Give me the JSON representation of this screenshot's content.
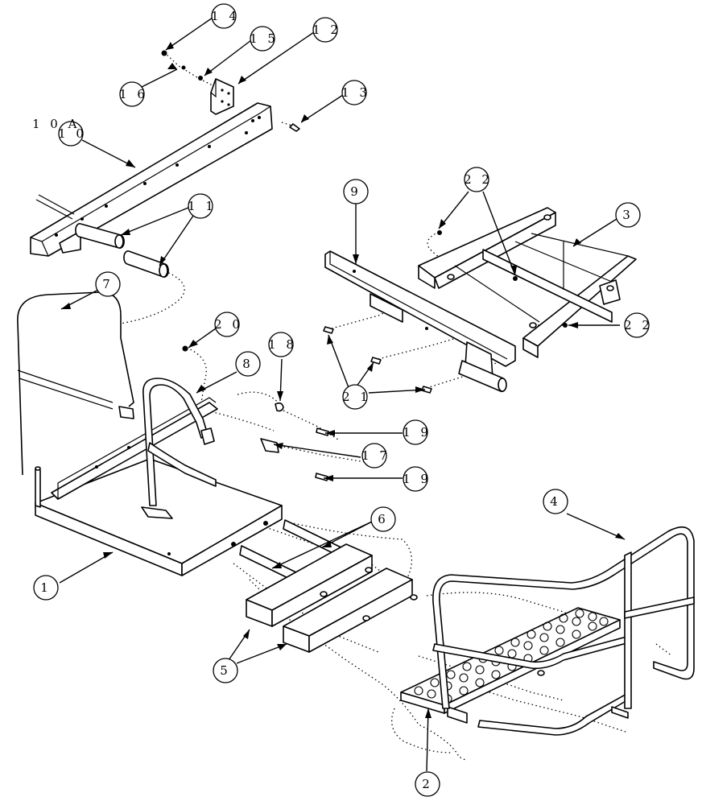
{
  "diagram": {
    "callouts": [
      {
        "id": "c14",
        "label": "1 4"
      },
      {
        "id": "c15",
        "label": "1 5"
      },
      {
        "id": "c12",
        "label": "1 2"
      },
      {
        "id": "c16",
        "label": "1 6"
      },
      {
        "id": "c13",
        "label": "1 3"
      },
      {
        "id": "c10",
        "label": "1 0"
      },
      {
        "id": "c11",
        "label": "1 1"
      },
      {
        "id": "c9",
        "label": "9"
      },
      {
        "id": "c22a",
        "label": "2 2"
      },
      {
        "id": "c3",
        "label": "3"
      },
      {
        "id": "c22b",
        "label": "2 2"
      },
      {
        "id": "c7",
        "label": "7"
      },
      {
        "id": "c20",
        "label": "2 0"
      },
      {
        "id": "c8",
        "label": "8"
      },
      {
        "id": "c18",
        "label": "1 8"
      },
      {
        "id": "c21",
        "label": "2 1"
      },
      {
        "id": "c19a",
        "label": "1 9"
      },
      {
        "id": "c17",
        "label": "1 7"
      },
      {
        "id": "c19b",
        "label": "1 9"
      },
      {
        "id": "c4",
        "label": "4"
      },
      {
        "id": "c6",
        "label": "6"
      },
      {
        "id": "c1",
        "label": "1"
      },
      {
        "id": "c5",
        "label": "5"
      },
      {
        "id": "c2",
        "label": "2"
      }
    ],
    "free_labels": {
      "label_10a": "1 0 A"
    }
  }
}
